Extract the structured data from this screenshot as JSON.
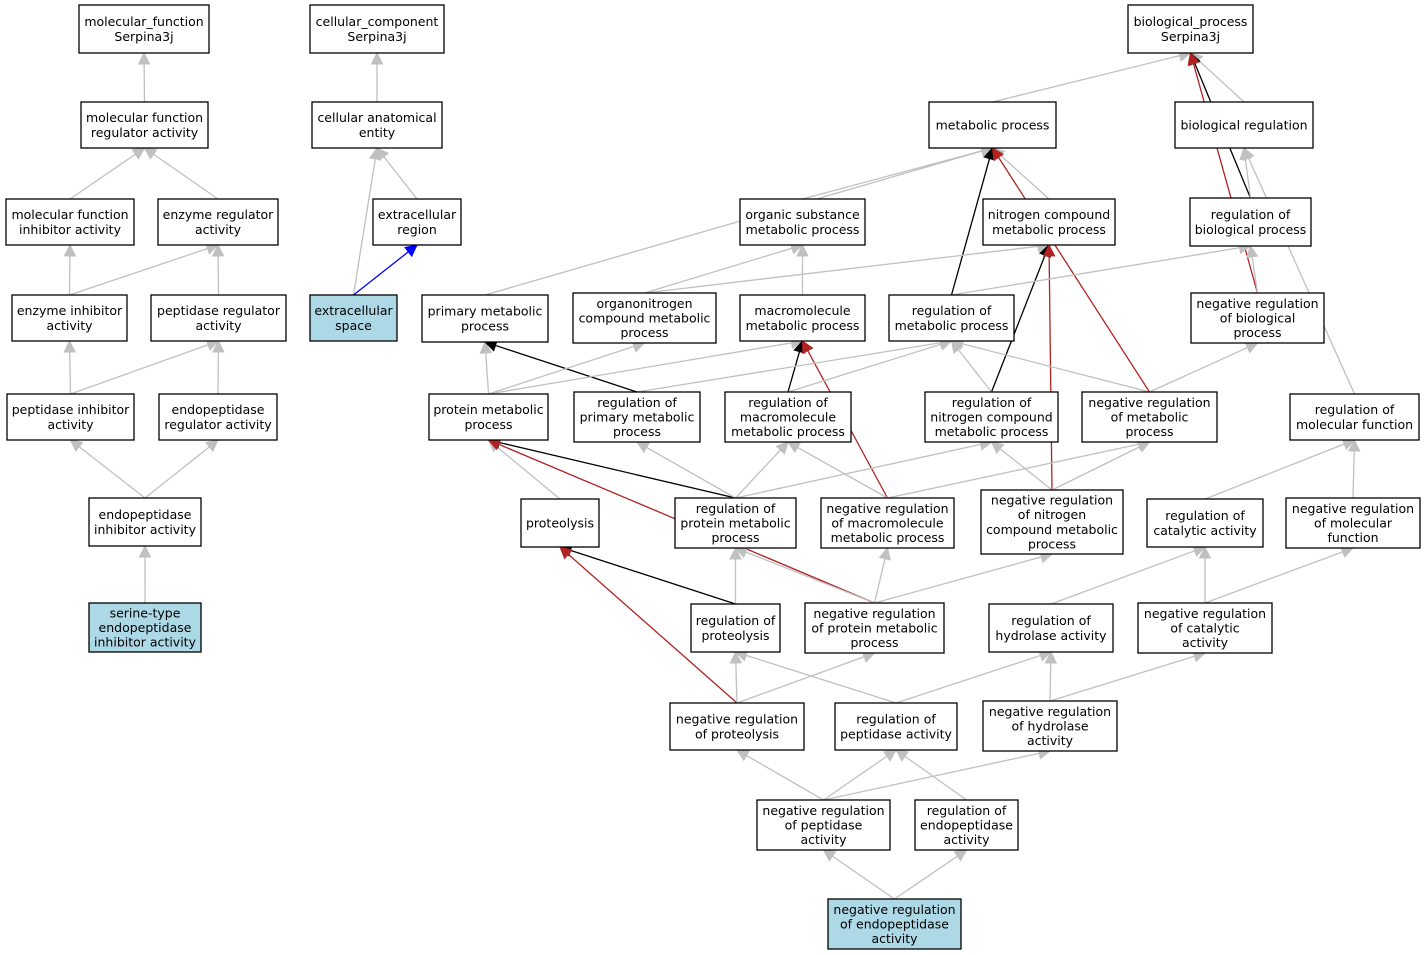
{
  "colors": {
    "background": "#ffffff",
    "node_border": "#000000",
    "highlight_fill": "#add8e6",
    "edge_is_a": "#c0c0c0",
    "edge_regulates": "#000000",
    "edge_negatively_regulates": "#b22222",
    "edge_part_of": "#0000ff"
  },
  "nodes": [
    {
      "id": "mf_root",
      "lines": [
        "molecular_function",
        "Serpina3j"
      ]
    },
    {
      "id": "mf_reg",
      "lines": [
        "molecular function",
        "regulator activity"
      ]
    },
    {
      "id": "mf_inh",
      "lines": [
        "molecular function",
        "inhibitor activity"
      ]
    },
    {
      "id": "enz_reg",
      "lines": [
        "enzyme regulator",
        "activity"
      ]
    },
    {
      "id": "enz_inh",
      "lines": [
        "enzyme inhibitor",
        "activity"
      ]
    },
    {
      "id": "pep_reg",
      "lines": [
        "peptidase regulator",
        "activity"
      ]
    },
    {
      "id": "pep_inh",
      "lines": [
        "peptidase inhibitor",
        "activity"
      ]
    },
    {
      "id": "endo_reg",
      "lines": [
        "endopeptidase",
        "regulator activity"
      ]
    },
    {
      "id": "endo_inh",
      "lines": [
        "endopeptidase",
        "inhibitor activity"
      ]
    },
    {
      "id": "serine",
      "lines": [
        "serine-type",
        "endopeptidase",
        "inhibitor activity"
      ],
      "highlight": true
    },
    {
      "id": "cc_root",
      "lines": [
        "cellular_component",
        "Serpina3j"
      ]
    },
    {
      "id": "cae",
      "lines": [
        "cellular anatomical",
        "entity"
      ]
    },
    {
      "id": "ecr",
      "lines": [
        "extracellular",
        "region"
      ]
    },
    {
      "id": "ecs",
      "lines": [
        "extracellular",
        "space"
      ],
      "highlight": true
    },
    {
      "id": "bp_root",
      "lines": [
        "biological_process",
        "Serpina3j"
      ]
    },
    {
      "id": "metab",
      "lines": [
        "metabolic process"
      ]
    },
    {
      "id": "bioreg",
      "lines": [
        "biological regulation"
      ]
    },
    {
      "id": "organic",
      "lines": [
        "organic substance",
        "metabolic process"
      ]
    },
    {
      "id": "nitrogen",
      "lines": [
        "nitrogen compound",
        "metabolic process"
      ]
    },
    {
      "id": "reg_bio",
      "lines": [
        "regulation of",
        "biological process"
      ]
    },
    {
      "id": "primary",
      "lines": [
        "primary metabolic",
        "process"
      ]
    },
    {
      "id": "organonit",
      "lines": [
        "organonitrogen",
        "compound metabolic",
        "process"
      ]
    },
    {
      "id": "macro",
      "lines": [
        "macromolecule",
        "metabolic process"
      ]
    },
    {
      "id": "reg_met",
      "lines": [
        "regulation of",
        "metabolic process"
      ]
    },
    {
      "id": "negreg_bio",
      "lines": [
        "negative regulation",
        "of biological",
        "process"
      ]
    },
    {
      "id": "protmet",
      "lines": [
        "protein metabolic",
        "process"
      ]
    },
    {
      "id": "reg_prim",
      "lines": [
        "regulation of",
        "primary metabolic",
        "process"
      ]
    },
    {
      "id": "reg_macro",
      "lines": [
        "regulation of",
        "macromolecule",
        "metabolic process"
      ]
    },
    {
      "id": "reg_nit",
      "lines": [
        "regulation of",
        "nitrogen compound",
        "metabolic process"
      ]
    },
    {
      "id": "negreg_met",
      "lines": [
        "negative regulation",
        "of metabolic",
        "process"
      ]
    },
    {
      "id": "reg_molfun",
      "lines": [
        "regulation of",
        "molecular function"
      ]
    },
    {
      "id": "proteolysis",
      "lines": [
        "proteolysis"
      ]
    },
    {
      "id": "reg_prot",
      "lines": [
        "regulation of",
        "protein metabolic",
        "process"
      ]
    },
    {
      "id": "negreg_macro",
      "lines": [
        "negative regulation",
        "of macromolecule",
        "metabolic process"
      ]
    },
    {
      "id": "negreg_nit",
      "lines": [
        "negative regulation",
        "of nitrogen",
        "compound metabolic",
        "process"
      ]
    },
    {
      "id": "reg_cat",
      "lines": [
        "regulation of",
        "catalytic activity"
      ]
    },
    {
      "id": "negreg_molfun",
      "lines": [
        "negative regulation",
        "of molecular",
        "function"
      ]
    },
    {
      "id": "reg_proteolysis",
      "lines": [
        "regulation of",
        "proteolysis"
      ]
    },
    {
      "id": "negreg_prot",
      "lines": [
        "negative regulation",
        "of protein metabolic",
        "process"
      ]
    },
    {
      "id": "reg_hyd",
      "lines": [
        "regulation of",
        "hydrolase activity"
      ]
    },
    {
      "id": "negreg_cat",
      "lines": [
        "negative regulation",
        "of catalytic",
        "activity"
      ]
    },
    {
      "id": "negreg_proteolysis",
      "lines": [
        "negative regulation",
        "of proteolysis"
      ]
    },
    {
      "id": "reg_pep",
      "lines": [
        "regulation of",
        "peptidase activity"
      ]
    },
    {
      "id": "negreg_hyd",
      "lines": [
        "negative regulation",
        "of hydrolase",
        "activity"
      ]
    },
    {
      "id": "negreg_pep",
      "lines": [
        "negative regulation",
        "of peptidase",
        "activity"
      ]
    },
    {
      "id": "reg_endo",
      "lines": [
        "regulation of",
        "endopeptidase",
        "activity"
      ]
    },
    {
      "id": "negreg_endo",
      "lines": [
        "negative regulation",
        "of endopeptidase",
        "activity"
      ],
      "highlight": true
    }
  ],
  "edges": [
    {
      "from": "mf_reg",
      "to": "mf_root",
      "type": "is_a"
    },
    {
      "from": "mf_inh",
      "to": "mf_reg",
      "type": "is_a"
    },
    {
      "from": "enz_reg",
      "to": "mf_reg",
      "type": "is_a"
    },
    {
      "from": "enz_inh",
      "to": "mf_inh",
      "type": "is_a"
    },
    {
      "from": "enz_inh",
      "to": "enz_reg",
      "type": "is_a"
    },
    {
      "from": "pep_reg",
      "to": "enz_reg",
      "type": "is_a"
    },
    {
      "from": "pep_inh",
      "to": "enz_inh",
      "type": "is_a"
    },
    {
      "from": "pep_inh",
      "to": "pep_reg",
      "type": "is_a"
    },
    {
      "from": "endo_reg",
      "to": "pep_reg",
      "type": "is_a"
    },
    {
      "from": "endo_inh",
      "to": "pep_inh",
      "type": "is_a"
    },
    {
      "from": "endo_inh",
      "to": "endo_reg",
      "type": "is_a"
    },
    {
      "from": "serine",
      "to": "endo_inh",
      "type": "is_a"
    },
    {
      "from": "cae",
      "to": "cc_root",
      "type": "is_a"
    },
    {
      "from": "ecr",
      "to": "cae",
      "type": "is_a"
    },
    {
      "from": "ecs",
      "to": "cae",
      "type": "is_a"
    },
    {
      "from": "ecs",
      "to": "ecr",
      "type": "part_of"
    },
    {
      "from": "metab",
      "to": "bp_root",
      "type": "is_a"
    },
    {
      "from": "bioreg",
      "to": "bp_root",
      "type": "is_a"
    },
    {
      "from": "reg_bio",
      "to": "bp_root",
      "type": "regulates"
    },
    {
      "from": "negreg_bio",
      "to": "bp_root",
      "type": "negatively_regulates"
    },
    {
      "from": "organic",
      "to": "metab",
      "type": "is_a"
    },
    {
      "from": "nitrogen",
      "to": "metab",
      "type": "is_a"
    },
    {
      "from": "primary",
      "to": "metab",
      "type": "is_a"
    },
    {
      "from": "reg_met",
      "to": "metab",
      "type": "regulates"
    },
    {
      "from": "negreg_met",
      "to": "metab",
      "type": "negatively_regulates"
    },
    {
      "from": "reg_bio",
      "to": "bioreg",
      "type": "is_a"
    },
    {
      "from": "reg_molfun",
      "to": "bioreg",
      "type": "is_a"
    },
    {
      "from": "organonit",
      "to": "organic",
      "type": "is_a"
    },
    {
      "from": "macro",
      "to": "organic",
      "type": "is_a"
    },
    {
      "from": "organonit",
      "to": "nitrogen",
      "type": "is_a"
    },
    {
      "from": "reg_nit",
      "to": "nitrogen",
      "type": "regulates"
    },
    {
      "from": "negreg_nit",
      "to": "nitrogen",
      "type": "negatively_regulates"
    },
    {
      "from": "reg_met",
      "to": "reg_bio",
      "type": "is_a"
    },
    {
      "from": "negreg_bio",
      "to": "reg_bio",
      "type": "is_a"
    },
    {
      "from": "protmet",
      "to": "primary",
      "type": "is_a"
    },
    {
      "from": "reg_prim",
      "to": "primary",
      "type": "regulates"
    },
    {
      "from": "protmet",
      "to": "organonit",
      "type": "is_a"
    },
    {
      "from": "protmet",
      "to": "macro",
      "type": "is_a"
    },
    {
      "from": "reg_macro",
      "to": "macro",
      "type": "regulates"
    },
    {
      "from": "negreg_macro",
      "to": "macro",
      "type": "negatively_regulates"
    },
    {
      "from": "reg_prim",
      "to": "reg_met",
      "type": "is_a"
    },
    {
      "from": "reg_macro",
      "to": "reg_met",
      "type": "is_a"
    },
    {
      "from": "reg_nit",
      "to": "reg_met",
      "type": "is_a"
    },
    {
      "from": "negreg_met",
      "to": "reg_met",
      "type": "is_a"
    },
    {
      "from": "negreg_met",
      "to": "negreg_bio",
      "type": "is_a"
    },
    {
      "from": "reg_cat",
      "to": "reg_molfun",
      "type": "is_a"
    },
    {
      "from": "negreg_molfun",
      "to": "reg_molfun",
      "type": "is_a"
    },
    {
      "from": "proteolysis",
      "to": "protmet",
      "type": "is_a"
    },
    {
      "from": "reg_prot",
      "to": "protmet",
      "type": "regulates"
    },
    {
      "from": "negreg_prot",
      "to": "protmet",
      "type": "negatively_regulates"
    },
    {
      "from": "reg_prot",
      "to": "reg_prim",
      "type": "is_a"
    },
    {
      "from": "reg_prot",
      "to": "reg_macro",
      "type": "is_a"
    },
    {
      "from": "negreg_macro",
      "to": "reg_macro",
      "type": "is_a"
    },
    {
      "from": "reg_prot",
      "to": "reg_nit",
      "type": "is_a"
    },
    {
      "from": "negreg_nit",
      "to": "reg_nit",
      "type": "is_a"
    },
    {
      "from": "negreg_macro",
      "to": "negreg_met",
      "type": "is_a"
    },
    {
      "from": "negreg_nit",
      "to": "negreg_met",
      "type": "is_a"
    },
    {
      "from": "reg_proteolysis",
      "to": "proteolysis",
      "type": "regulates"
    },
    {
      "from": "negreg_proteolysis",
      "to": "proteolysis",
      "type": "negatively_regulates"
    },
    {
      "from": "reg_proteolysis",
      "to": "reg_prot",
      "type": "is_a"
    },
    {
      "from": "negreg_prot",
      "to": "reg_prot",
      "type": "is_a"
    },
    {
      "from": "negreg_prot",
      "to": "negreg_macro",
      "type": "is_a"
    },
    {
      "from": "negreg_prot",
      "to": "negreg_nit",
      "type": "is_a"
    },
    {
      "from": "reg_hyd",
      "to": "reg_cat",
      "type": "is_a"
    },
    {
      "from": "negreg_cat",
      "to": "reg_cat",
      "type": "is_a"
    },
    {
      "from": "negreg_cat",
      "to": "negreg_molfun",
      "type": "is_a"
    },
    {
      "from": "negreg_proteolysis",
      "to": "reg_proteolysis",
      "type": "is_a"
    },
    {
      "from": "negreg_proteolysis",
      "to": "negreg_prot",
      "type": "is_a"
    },
    {
      "from": "reg_pep",
      "to": "reg_proteolysis",
      "type": "is_a"
    },
    {
      "from": "reg_pep",
      "to": "reg_hyd",
      "type": "is_a"
    },
    {
      "from": "negreg_hyd",
      "to": "reg_hyd",
      "type": "is_a"
    },
    {
      "from": "negreg_hyd",
      "to": "negreg_cat",
      "type": "is_a"
    },
    {
      "from": "negreg_pep",
      "to": "negreg_proteolysis",
      "type": "is_a"
    },
    {
      "from": "negreg_pep",
      "to": "reg_pep",
      "type": "is_a"
    },
    {
      "from": "negreg_pep",
      "to": "negreg_hyd",
      "type": "is_a"
    },
    {
      "from": "reg_endo",
      "to": "reg_pep",
      "type": "is_a"
    },
    {
      "from": "negreg_endo",
      "to": "negreg_pep",
      "type": "is_a"
    },
    {
      "from": "negreg_endo",
      "to": "reg_endo",
      "type": "is_a"
    }
  ]
}
